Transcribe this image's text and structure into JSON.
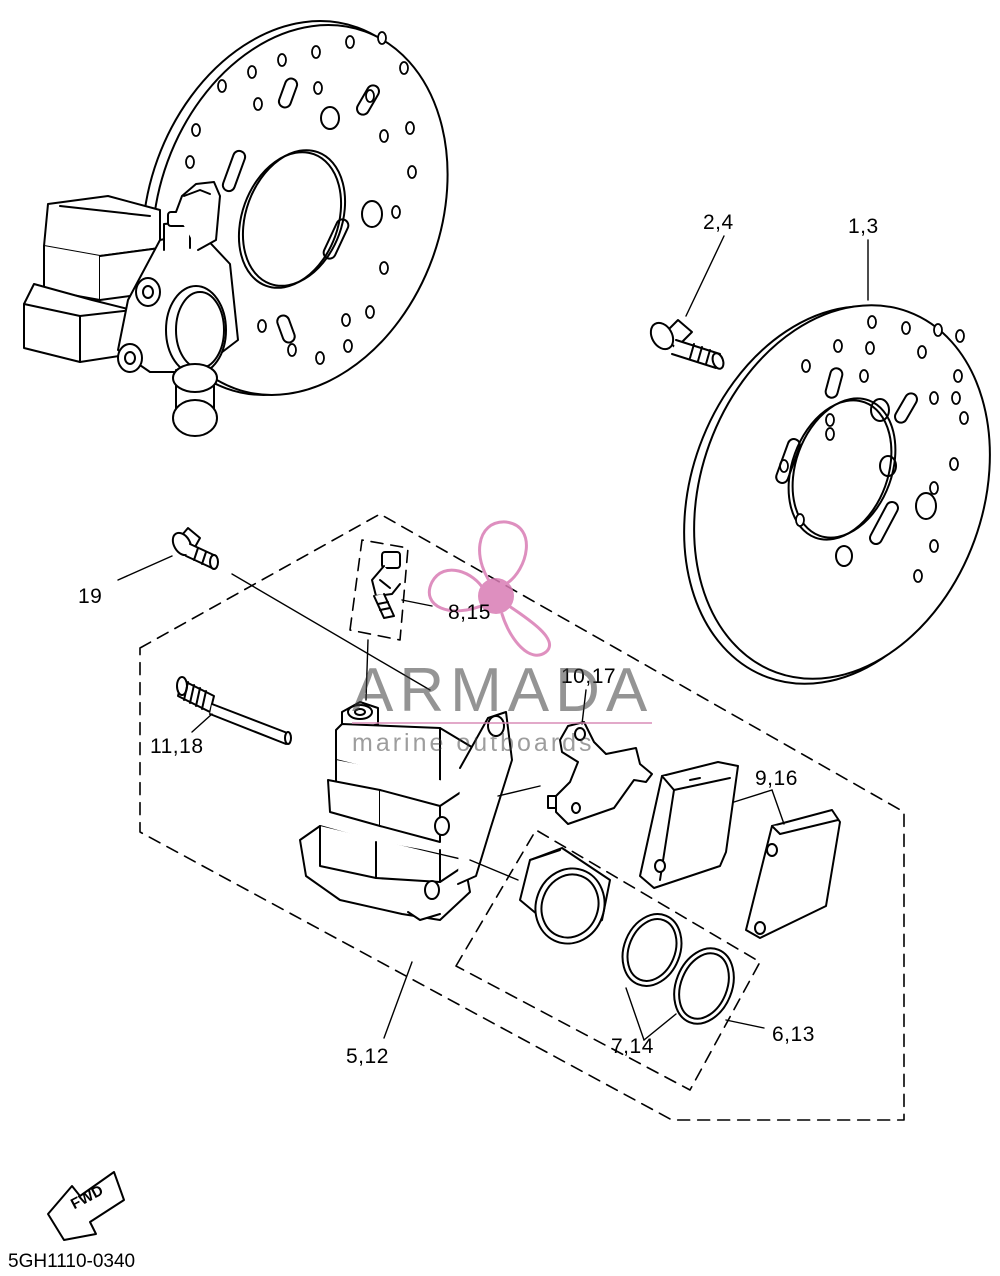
{
  "callouts": {
    "disc": "1,3",
    "bolt_disc": "2,4",
    "caliper": "5,12",
    "seal_large": "6,13",
    "seal_small": "7,14",
    "bleed_screw": "8,15",
    "pad": "9,16",
    "pad_spring": "10,17",
    "pin": "11,18",
    "bolt_caliper": "19"
  },
  "direction_arrow": "FWD",
  "diagram_code": "5GH1110-0340",
  "watermark": {
    "name": "ARMADA",
    "tagline": "marine outboards",
    "logo_icon": "propeller-icon",
    "color": "#d97cb4"
  }
}
